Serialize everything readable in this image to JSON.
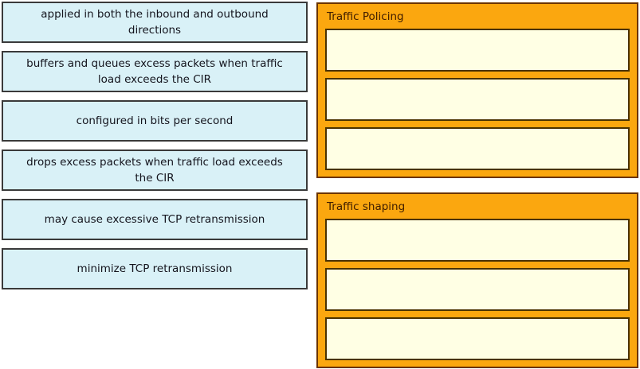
{
  "question": {
    "kind": "drag-and-drop-matching",
    "colors": {
      "option_bg": "#d9f1f7",
      "option_border": "#3a3a3a",
      "option_text": "#14141d",
      "panel_bg": "#fba70f",
      "panel_border": "#6b3400",
      "panel_title_text": "#3f1d00",
      "slot_bg": "#ffffe4",
      "slot_border": "#4a3200"
    },
    "drag_options": [
      {
        "label": "applied in both the inbound and outbound directions"
      },
      {
        "label": "buffers and queues excess packets when traffic load exceeds the CIR"
      },
      {
        "label": "configured in bits per second"
      },
      {
        "label": "drops excess packets when traffic load exceeds the CIR"
      },
      {
        "label": "may cause excessive TCP retransmission"
      },
      {
        "label": "minimize TCP retransmission"
      }
    ],
    "categories": [
      {
        "title": "Traffic Policing",
        "slot_count": 3
      },
      {
        "title": "Traffic shaping",
        "slot_count": 3
      }
    ]
  }
}
